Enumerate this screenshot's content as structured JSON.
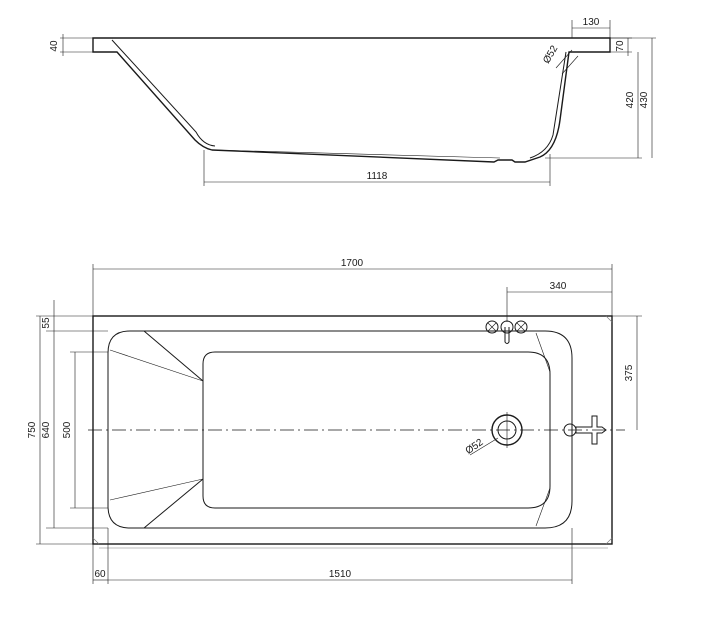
{
  "side_view": {
    "dims": {
      "rim_thickness": "40",
      "rim_width": "130",
      "rim_height": "70",
      "drain_diameter": "Ø52",
      "inner_height": "420",
      "outer_height": "430",
      "bottom_length": "1118"
    }
  },
  "plan_view": {
    "dims": {
      "total_length": "1700",
      "tap_offset": "340",
      "edge_offset": "55",
      "total_width": "750",
      "inner_width": "640",
      "bottom_width": "500",
      "drain_offset": "375",
      "drain_diameter": "Ø52",
      "wall_offset": "60",
      "inner_length": "1510"
    }
  }
}
